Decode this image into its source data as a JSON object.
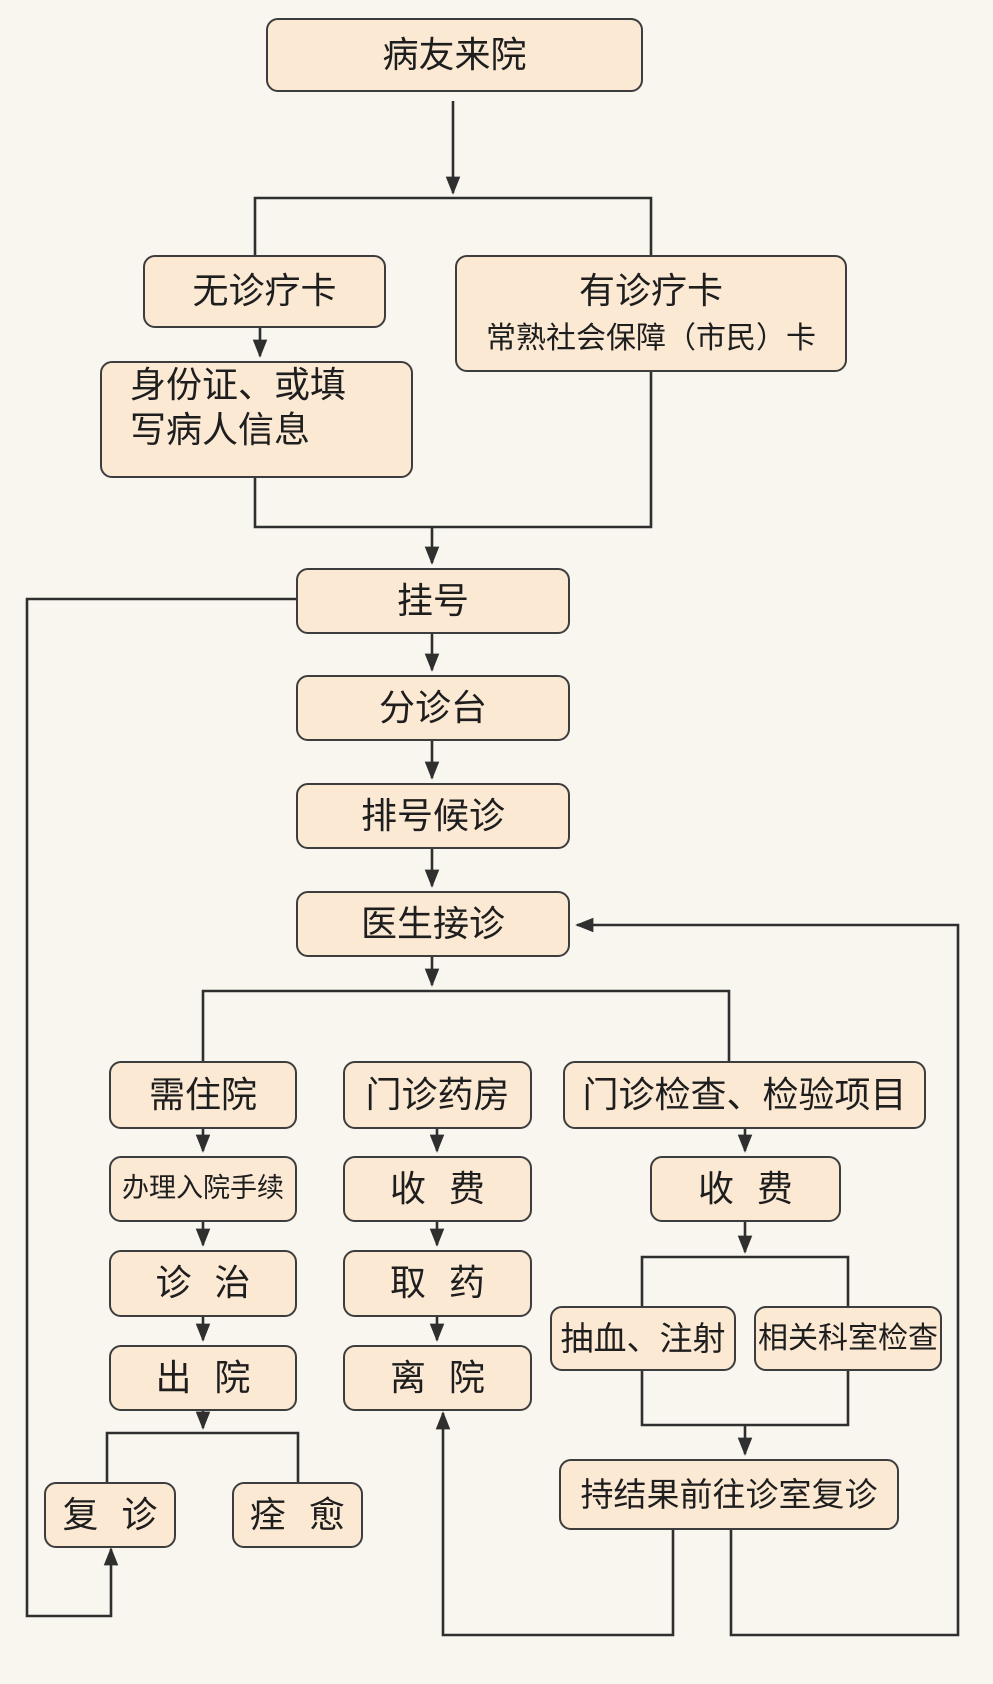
{
  "colors": {
    "background": "#f8f6ef",
    "box_fill": "#fbe9d4",
    "border": "#3d3d3d",
    "line": "#2f2f2f"
  },
  "nodes": {
    "patient_arrival": "病友来院",
    "no_card": "无诊疗卡",
    "has_card": {
      "line1": "有诊疗卡",
      "line2": "常熟社会保障（市民）卡"
    },
    "id_info": {
      "line1": "身份证、或填",
      "line2": "写病人信息"
    },
    "registration": "挂号",
    "triage": "分诊台",
    "queue": "排号候诊",
    "doctor_visit": "医生接诊",
    "hospitalization": "需住院",
    "outpatient_pharmacy": "门诊药房",
    "outpatient_exam": "门诊检查、检验项目",
    "admission": "办理入院手续",
    "pharmacy_fee": "收  费",
    "exam_fee": "收  费",
    "treatment": "诊  治",
    "get_medicine": "取  药",
    "discharge": "出  院",
    "leave_hospital": "离  院",
    "blood_injection": "抽血、注射",
    "dept_exam": "相关科室检查",
    "results_followup": "持结果前往诊室复诊",
    "follow_up": "复  诊",
    "recovered": "痊  愈"
  }
}
